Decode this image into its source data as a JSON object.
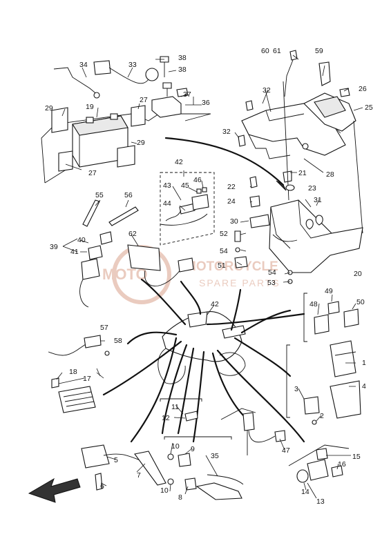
{
  "watermark": {
    "brand_left": "MOTO",
    "brand_right": "MOTORCYCLE",
    "tagline": "SPARE PARTS",
    "color": "#d9a28c"
  },
  "callouts": {
    "c1": "1",
    "c2": "2",
    "c3": "3",
    "c4": "4",
    "c5": "5",
    "c6": "6",
    "c7": "7",
    "c8": "8",
    "c9": "9",
    "c10a": "10",
    "c10b": "10",
    "c11": "11",
    "c12": "12",
    "c13": "13",
    "c14": "14",
    "c15": "15",
    "c16": "16",
    "c17": "17",
    "c18": "18",
    "c19": "19",
    "c20": "20",
    "c21": "21",
    "c22": "22",
    "c23": "23",
    "c24": "24",
    "c25": "25",
    "c26": "26",
    "c27a": "27",
    "c27b": "27",
    "c28": "28",
    "c29a": "29",
    "c29b": "29",
    "c30": "30",
    "c31": "31",
    "c32a": "32",
    "c32b": "32",
    "c33": "33",
    "c34": "34",
    "c35": "35",
    "c36": "36",
    "c37": "37",
    "c38a": "38",
    "c38b": "38",
    "c39": "39",
    "c40": "40",
    "c41": "41",
    "c42a": "42",
    "c42b": "42",
    "c43": "43",
    "c44": "44",
    "c45": "45",
    "c46": "46",
    "c47": "47",
    "c48": "48",
    "c49": "49",
    "c50": "50",
    "c51": "51",
    "c52": "52",
    "c53": "53",
    "c54a": "54",
    "c54b": "54",
    "c55": "55",
    "c56": "56",
    "c57": "57",
    "c58": "58",
    "c59": "59",
    "c60": "60",
    "c61": "61",
    "c62": "62"
  }
}
